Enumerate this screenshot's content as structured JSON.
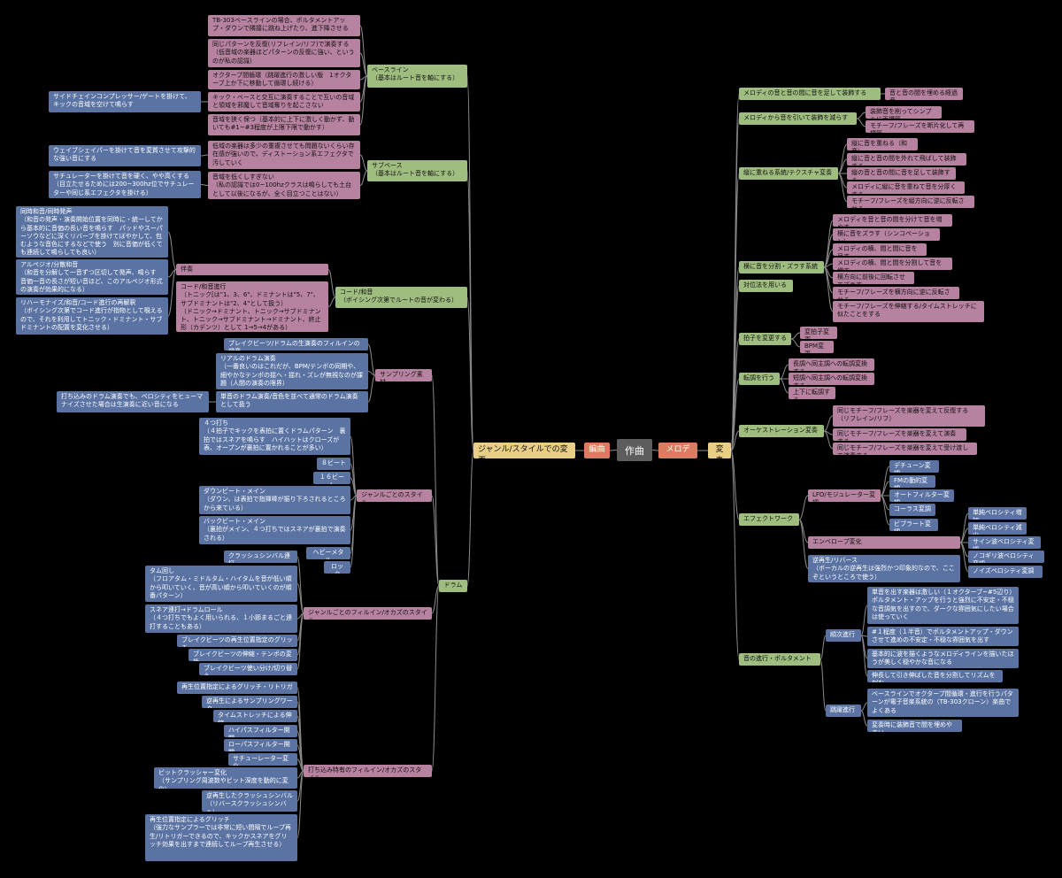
{
  "colors": {
    "line": "#8a8a8a",
    "blue": "#5a73a3",
    "pink": "#b7829f",
    "green": "#9fbd7f",
    "yellow": "#e9cf86",
    "orange": "#d97c5f",
    "root": "#5d5d5d",
    "background": "#000000"
  },
  "mindmap": {
    "root": "作曲",
    "left": {
      "genre": "ジャンル/スタイルでの変更",
      "arrange": "編曲",
      "bass": {
        "label": "ベースライン\n（基本はルート音を軸にする）",
        "items": [
          "TB-303ベースラインの場合、ポルタメントアップ・ダウンで隣接に跳ね上げたり、進下降させる",
          "同じパターンを反復(リフレイン/リフ)で演奏する（低音域の楽器ほどパターンの反復に強い、というのが私の認識）",
          "オクターブ間循環（跳躍進行の激しい版　1オクターブ上か下に移動して循環し続ける）",
          "キック・ベースと交互に演奏することで互いの音域と領域を邪魔して音域奪りを起こさない",
          "音域を狭く保つ（基本的に上下に激しく動かず、動いても#1~#3程度が上限下限で動かす）"
        ],
        "sidechain": "サイドチェインコンプレッサー/ゲートを掛けて、キックの音域を空けて鳴らす"
      },
      "sub": {
        "label": "サブベース\n（基本はルート音を軸にする）",
        "items": [
          "低域の楽器は多少の重複させても問題ないくらい存在感が強いので、ディストーション系エフェクタで汚していく",
          "音域を低くしすぎない\n（私の認識では0~100hzクラスは鳴らしても土台として以後になるが、全く目立つことはない）"
        ],
        "wave": "ウェイブシェイパーを掛けて音を変質させて攻撃的な強い音にする",
        "sat": "サチュレーターを掛けて音を硬く、やや高くする\n（目立たせるためには200~300hz位でサチュレーターや同じ系エフェクタを掛ける）"
      },
      "chord": {
        "label": "コード/和音\n（ボイシング次第でルートの音が変わる）",
        "acc": "伴奏",
        "prog": "コード/和音進行\n（トニック[は\"1、3、6\"、ドミナントは\"5、7\"、サブドミナントは\"2、4\"として扱う）\n（ドニック→ドミナント、トニック→サブドミナント、トニック→サブドミナント→ドミナント、終止形（カデンツ）として 1→5→4がある）",
        "sus": "同時和音/同時発声\n（和音の発声・演奏開始位置を同時に・統一してから基本的に音価の長い音を鳴らす　パッドやスーパーソウなどに深くリバーブを掛けてぼやかして、包むような音色にするなどで使う　別に音価が低くても連続して鳴らしても良い）",
        "arp": "アルペジオ/分散和音\n（和音を分解して一音ずつ区切して発声、鳴らす　音価一音の長さが短い音ほど、このアルペジオ形式の演奏が効果的になる）",
        "reharm": "リハーモナイズ/和音/コード進行の再解釈\n（ボイシング次第でコード進行が指物として覗えるので、それを利用してトニック・ドミナント・サブドミナントの配置を変化させる）"
      },
      "drum": {
        "label": "ドラム",
        "sampling": {
          "label": "サンプリング素材",
          "items": [
            "ブレイクビーツ/ドラムの生演奏のフィルインの録音",
            "リアルのドラム演奏\n（一番良いのはこれだが、BPM/テンポの同期や、細やかなテンポの揺へ・揺れ・ズレが無視なのが課題（人間の演奏の限界）",
            "単音のドラム演奏/音色を並べて通常のドラム演奏として扱う"
          ],
          "humanize": "打ち込みのドラム演奏でも、ベロシティをヒューマナイズさせた場合は生演奏に近い音になる"
        },
        "genre": {
          "label": "ジャンルごとのスタイル",
          "items": [
            "４つ打ち\n（４拍子でキックを表拍に置くドラムパターン　裏拍ではスネアを鳴らす　ハイハットはクローズが表、オープンが裏拍に置かれることが多い）",
            "８ビート",
            "１６ビート",
            "ダウンビート・メイン\n（ダウン、は表拍で指揮棒が振り下ろされるところから来ている）",
            "バックビート・メイン\n（裏拍がメイン、４つ打ちではスネアが裏拍で演奏される）",
            "ヘビーメタル",
            "ロック"
          ]
        },
        "fill": {
          "label": "ジャンルごとのフィルイン/オカズのスタイル",
          "items": [
            "クラッシュシンバル連打",
            "タム回し\n（フロアタム・ミドルタム・ハイタムを音が低い順から叩いていく、音が高い順から叩いていくのが順番パターン）",
            "スネア連打→ドラムロール\n（４つ打ちでもよく用いられる、１小節まるごと連打することもある）",
            "ブレイクビーツの再生位置指定のグリッチ",
            "ブレイクビーツの伸縮・テンポの変換",
            "ブレイクビーツ使い分け/切り替え"
          ]
        },
        "prog": {
          "label": "打ち込み特有のフィルイン/オカズのスタイル",
          "items": [
            "再生位置指定によるグリッチ・リトリガー",
            "逆再生によるサンプリングワーク",
            "タイムストレッチによる伸縮",
            "ハイパスフィルター開閉",
            "ローパスフィルター開閉",
            "サチューレーター変化",
            "ビットクラッシャー変化\n（サンプリング周波数やビット深度を動的に変化）",
            "逆再生したクラッシュシンバル\n（リバースクラッシュシンバル）",
            "再生位置指定によるグリッチ\n（強力なサンプラーでは非常に短い間隔でループ再生/リトリガーできるので、キックかスネアをグリッチ効果を出すまで連続してループ再生させる）"
          ]
        }
      }
    },
    "right": {
      "melody": "メロディ",
      "variation": "変奏",
      "add": {
        "label": "メロディの音と音の間に音を足して装飾する",
        "items": [
          "音と音の間を埋める経過音"
        ]
      },
      "reduce": {
        "label": "メロディから音を引いて装飾を減らす",
        "items": [
          "装飾音を削ってシンプルに再構築",
          "モチーフ/フレーズを断片化して再構築"
        ]
      },
      "vertical": {
        "label": "縦に重ねる系統/テクスチャ変奏",
        "items": [
          "縦に音を重ねる（和音）",
          "縦に音と音の間を外れて飛ばして装飾する",
          "縦の音と音の間に音を足して装飾する",
          "メロディに縦に音を重ねて音を分厚くする",
          "モチーフ/フレーズを縦方向に逆に反転させる"
        ]
      },
      "horizontal": {
        "label": "横に音を分割・ズラす系統",
        "items": [
          "メロディを音と音の間を分けて音を増やす",
          "横に音をズラす（シンコペーション）",
          "メロディの横、間と間に音を足す",
          "メロディの横、間と間を分割して音を増す",
          "横方向に前後に回転させてズラす",
          "モチーフ/フレーズを横方向に逆に反転させる",
          "モチーフ/フレーズを伸縮する/タイムストレッチに似たことをする"
        ]
      },
      "counter": "対位法を用いる",
      "meter": {
        "label": "拍子を変更する",
        "items": [
          "変拍子変更",
          "BPM変更"
        ]
      },
      "modulation": {
        "label": "転調を行う",
        "items": [
          "長調へ同主調への転調変換する",
          "短調へ同主調への転調変換する",
          "上下に転調する"
        ]
      },
      "orch": {
        "label": "オーケストレーション変奏",
        "items": [
          "同じモチーフ/フレーズを楽器を変えて反復する（リフレイン/リフ）",
          "同じモチーフ/フレーズを楽器を変えて演奏する",
          "同じモチーフ/フレーズを楽器を変えて受け渡して演奏する"
        ]
      },
      "effect": {
        "label": "エフェクトワーク",
        "lfo": {
          "label": "LFO/モジュレーター変調",
          "items": [
            "デチューン変調",
            "FMの動的変調",
            "オートフィルター変調",
            "コーラス変調",
            "ビブラート変調"
          ]
        },
        "env": {
          "label": "エンベロープ変化",
          "items": [
            "単純ベロシティ増加",
            "単純ベロシティ減少",
            "サイン波ベロシティ変調",
            "ノコギリ波ベロシティ変調",
            "ノイズベロシティ変調"
          ]
        },
        "rev": "逆再生/リバース\n（ボーカルの逆再生は強烈かつ印象的なので、ここぞというところで使う）"
      },
      "motion": {
        "label": "音の進行・ポルタメント",
        "step": {
          "label": "順次進行",
          "items": [
            "単音を出す楽器は激しい（１オクターブ~#5辺り）ポルタメント・アップを行うと強烈に不安定・不穏な音調気を出すので、ダークな雰囲気にしたい場合は使っていく",
            "#１程度（１半音）でポルタメントアップ・ダウンさせて進めの不安定・不穏な雰囲気を出す",
            "基本的に波を描くようなメロディラインを描いたほうが美しく穏やかな音になる",
            "伸長して引き伸ばした音を分割してリズムを刻む"
          ]
        },
        "leap": {
          "label": "跳躍進行",
          "items": [
            "ベースラインでオクターブ間循環・進行を行うパターンが電子音楽系統の（TB-303クローン）楽曲でよくある",
            "変奏時に装飾音で間を埋めやすい"
          ]
        }
      }
    }
  }
}
